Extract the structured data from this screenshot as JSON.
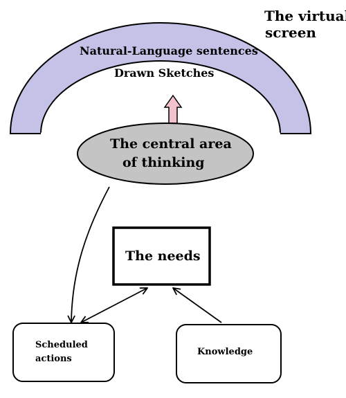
{
  "screen": {
    "title_line1": "The virtual",
    "title_line2": "screen",
    "sentence_label": "Natural-Language sentences",
    "sketch_label": "Drawn Sketches",
    "fill_color": "#c4c2e6"
  },
  "thinking": {
    "line1": "The central area",
    "line2": "of thinking",
    "fill_color": "#c4c4c4"
  },
  "needs": {
    "label": "The needs"
  },
  "scheduled": {
    "line1": "Scheduled",
    "line2": "actions"
  },
  "knowledge": {
    "label": "Knowledge"
  },
  "up_arrow_color": "#f4c2cc"
}
